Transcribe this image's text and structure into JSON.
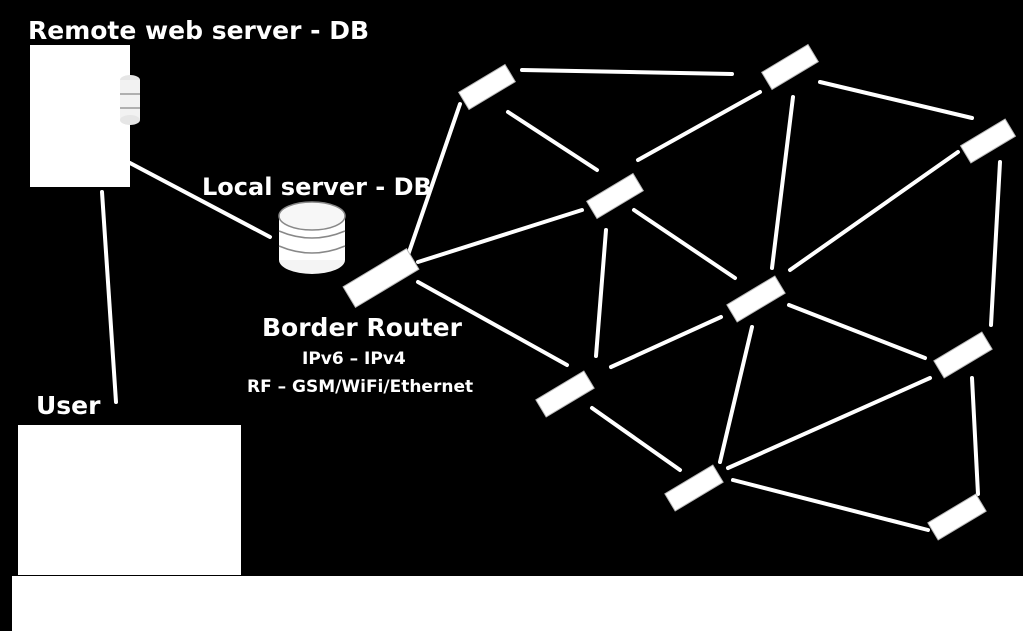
{
  "labels": {
    "remote_server": "Remote web server - DB",
    "local_server": "Local server - DB",
    "border_router": "Border Router",
    "protocols": "IPv6 – IPv4",
    "interfaces": "RF – GSM/WiFi/Ethernet",
    "user": "User"
  },
  "colors": {
    "background": "#000000",
    "foreground": "#ffffff"
  },
  "icons": {
    "database": "database-icon",
    "router": "router-node-icon"
  }
}
